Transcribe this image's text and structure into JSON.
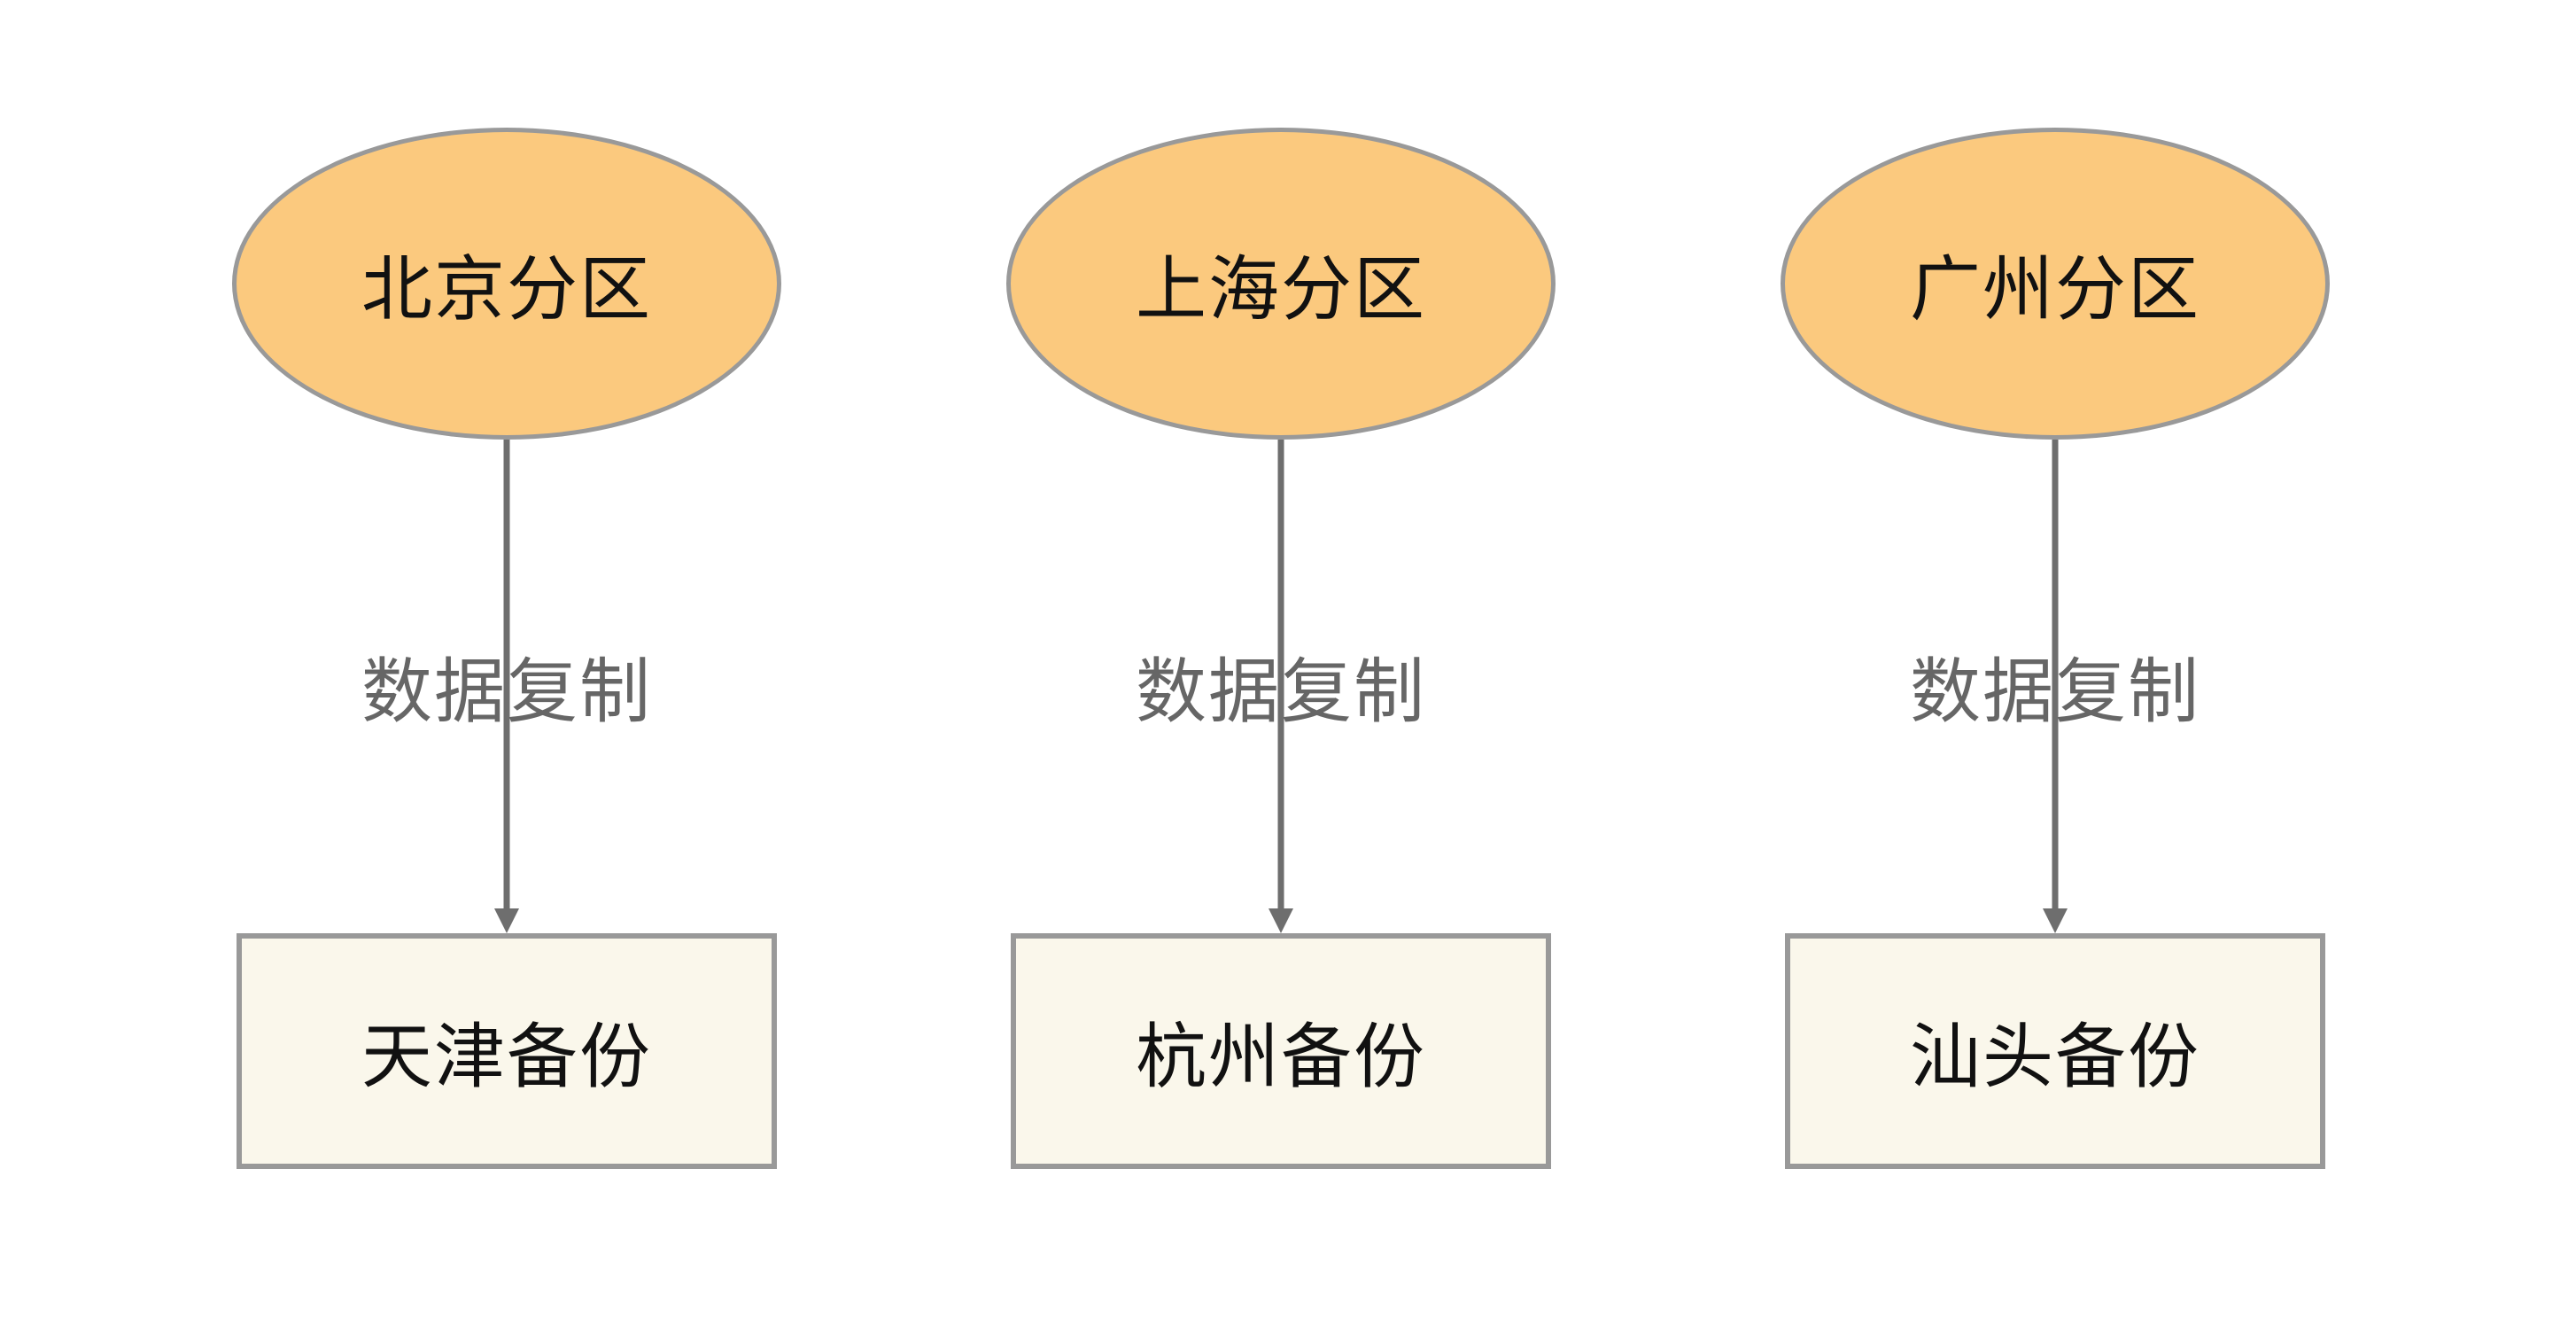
{
  "diagram": {
    "columns": [
      {
        "source": "北京分区",
        "edge_label": "数据复制",
        "target": "天津备份"
      },
      {
        "source": "上海分区",
        "edge_label": "数据复制",
        "target": "杭州备份"
      },
      {
        "source": "广州分区",
        "edge_label": "数据复制",
        "target": "汕头备份"
      }
    ],
    "theme": {
      "background": "#FFFFFF",
      "ellipse_fill": "#FBC97E",
      "ellipse_stroke": "#999999",
      "rect_fill": "#FAF7EB",
      "rect_stroke": "#999999",
      "arrow_color": "#6E6E6E",
      "edge_label_color": "#666666",
      "node_text_color": "#111111"
    }
  }
}
